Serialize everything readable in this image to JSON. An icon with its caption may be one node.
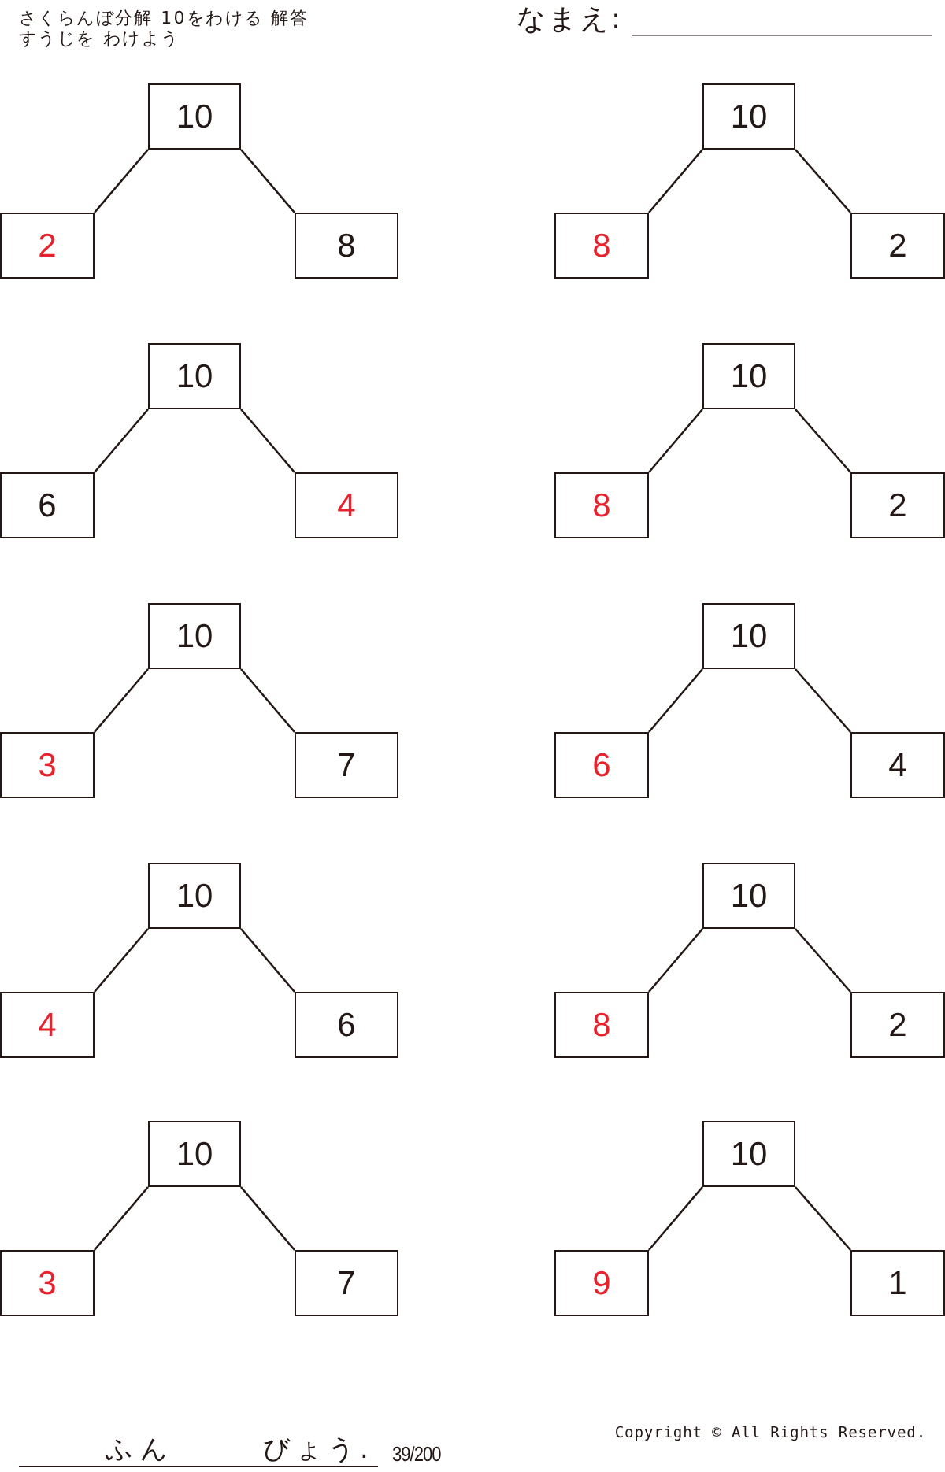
{
  "diagram": {
    "title": "さくらんぼ分解 10をわける 解答",
    "nodes": [
      {
        "text": [
          "10"
        ]
      },
      {
        "text": [
          "2"
        ]
      },
      {
        "text": [
          "8"
        ]
      },
      {
        "text": [
          "10"
        ]
      },
      {
        "text": [
          "8"
        ]
      },
      {
        "text": [
          "2"
        ]
      },
      {
        "text": [
          "10"
        ]
      },
      {
        "text": [
          "6"
        ]
      },
      {
        "text": [
          "4"
        ]
      },
      {
        "text": [
          "10"
        ]
      },
      {
        "text": [
          "8"
        ]
      },
      {
        "text": [
          "2"
        ]
      },
      {
        "text": [
          "10"
        ]
      },
      {
        "text": [
          "3"
        ]
      },
      {
        "text": [
          "7"
        ]
      },
      {
        "text": [
          "10"
        ]
      },
      {
        "text": [
          "6"
        ]
      },
      {
        "text": [
          "4"
        ]
      },
      {
        "text": [
          "10"
        ]
      },
      {
        "text": [
          "4"
        ]
      },
      {
        "text": [
          "6"
        ]
      },
      {
        "text": [
          "10"
        ]
      },
      {
        "text": [
          "8"
        ]
      },
      {
        "text": [
          "2"
        ]
      },
      {
        "text": [
          "10"
        ]
      },
      {
        "text": [
          "3"
        ]
      },
      {
        "text": [
          "7"
        ]
      },
      {
        "text": [
          "10"
        ]
      },
      {
        "text": [
          "9"
        ]
      },
      {
        "text": [
          "1"
        ]
      }
    ],
    "edges": [
      {
        "from": 0,
        "to": 1,
        "arrow": "none"
      },
      {
        "from": 0,
        "to": 2,
        "arrow": "none"
      },
      {
        "from": 3,
        "to": 4,
        "arrow": "none"
      },
      {
        "from": 3,
        "to": 5,
        "arrow": "none"
      },
      {
        "from": 6,
        "to": 7,
        "arrow": "none"
      },
      {
        "from": 6,
        "to": 8,
        "arrow": "none"
      },
      {
        "from": 9,
        "to": 10,
        "arrow": "none"
      },
      {
        "from": 9,
        "to": 11,
        "arrow": "none"
      },
      {
        "from": 12,
        "to": 13,
        "arrow": "none"
      },
      {
        "from": 12,
        "to": 14,
        "arrow": "none"
      },
      {
        "from": 15,
        "to": 16,
        "arrow": "none"
      },
      {
        "from": 15,
        "to": 17,
        "arrow": "none"
      },
      {
        "from": 18,
        "to": 19,
        "arrow": "none"
      },
      {
        "from": 18,
        "to": 20,
        "arrow": "none"
      },
      {
        "from": 21,
        "to": 22,
        "arrow": "none"
      },
      {
        "from": 21,
        "to": 23,
        "arrow": "none"
      },
      {
        "from": 24,
        "to": 25,
        "arrow": "none"
      },
      {
        "from": 24,
        "to": 26,
        "arrow": "none"
      },
      {
        "from": 27,
        "to": 28,
        "arrow": "none"
      },
      {
        "from": 27,
        "to": 29,
        "arrow": "none"
      }
    ],
    "labels": [
      "すうじを わけよう",
      "なまえ:",
      "ふん",
      "びょう.",
      "39/200",
      "Copyright © All Rights Reserved."
    ]
  }
}
